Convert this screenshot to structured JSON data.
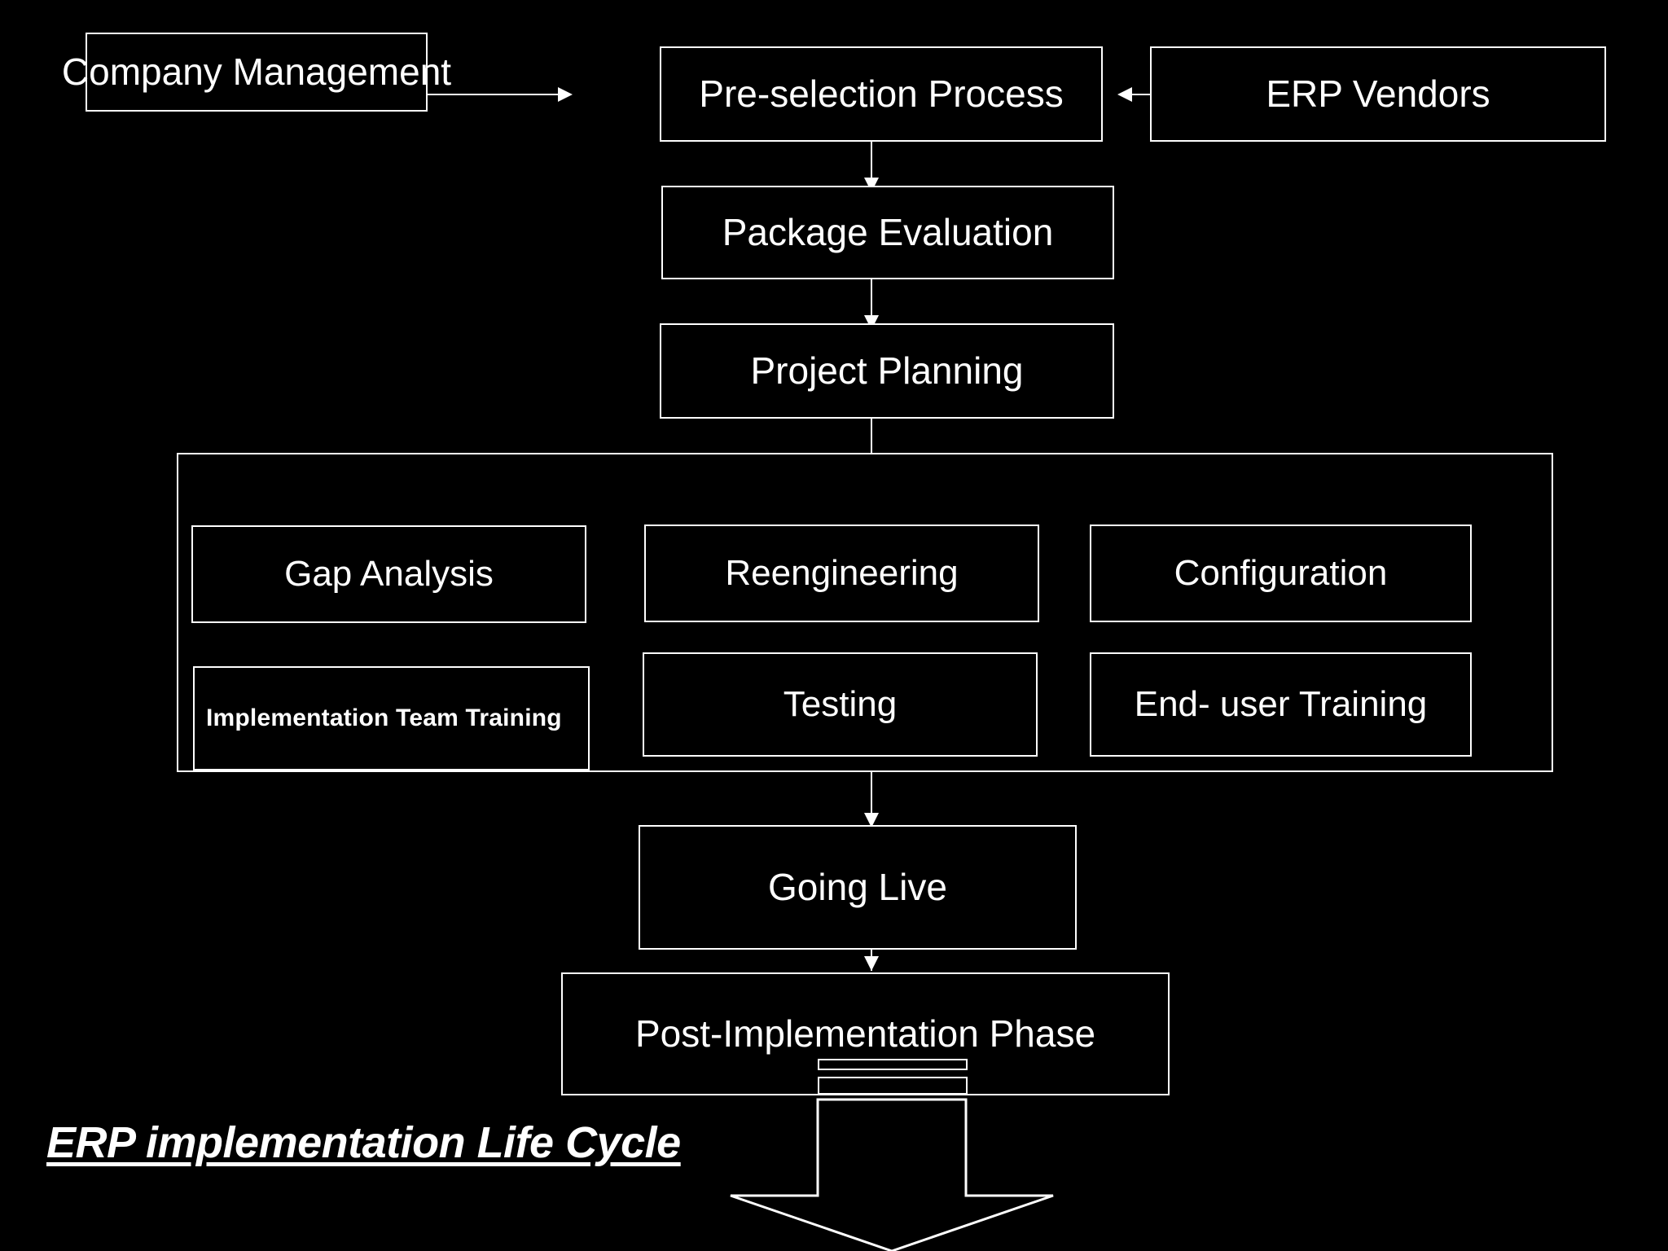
{
  "diagram": {
    "title": "ERP implementation Life Cycle",
    "background_color": "#000000",
    "line_color": "#ffffff",
    "text_color": "#ffffff",
    "nodes": {
      "company_management": "Company Management",
      "pre_selection_process": "Pre-selection Process",
      "erp_vendors": "ERP Vendors",
      "package_evaluation": "Package Evaluation",
      "project_planning": "Project Planning",
      "gap_analysis": "Gap Analysis",
      "reengineering": "Reengineering",
      "configuration": "Configuration",
      "implementation_team_training": "Implementation Team Training",
      "testing": "Testing",
      "end_user_training": "End- user Training",
      "going_live": "Going Live",
      "post_implementation_phase": "Post-Implementation Phase"
    },
    "connectors": [
      "company-management-to-pre-selection",
      "erp-vendors-to-pre-selection",
      "pre-selection-to-package-evaluation",
      "package-evaluation-to-project-planning",
      "project-planning-to-implementation-group",
      "implementation-group-to-going-live",
      "going-live-to-post-implementation",
      "post-implementation-to-outcome-arrow"
    ]
  }
}
